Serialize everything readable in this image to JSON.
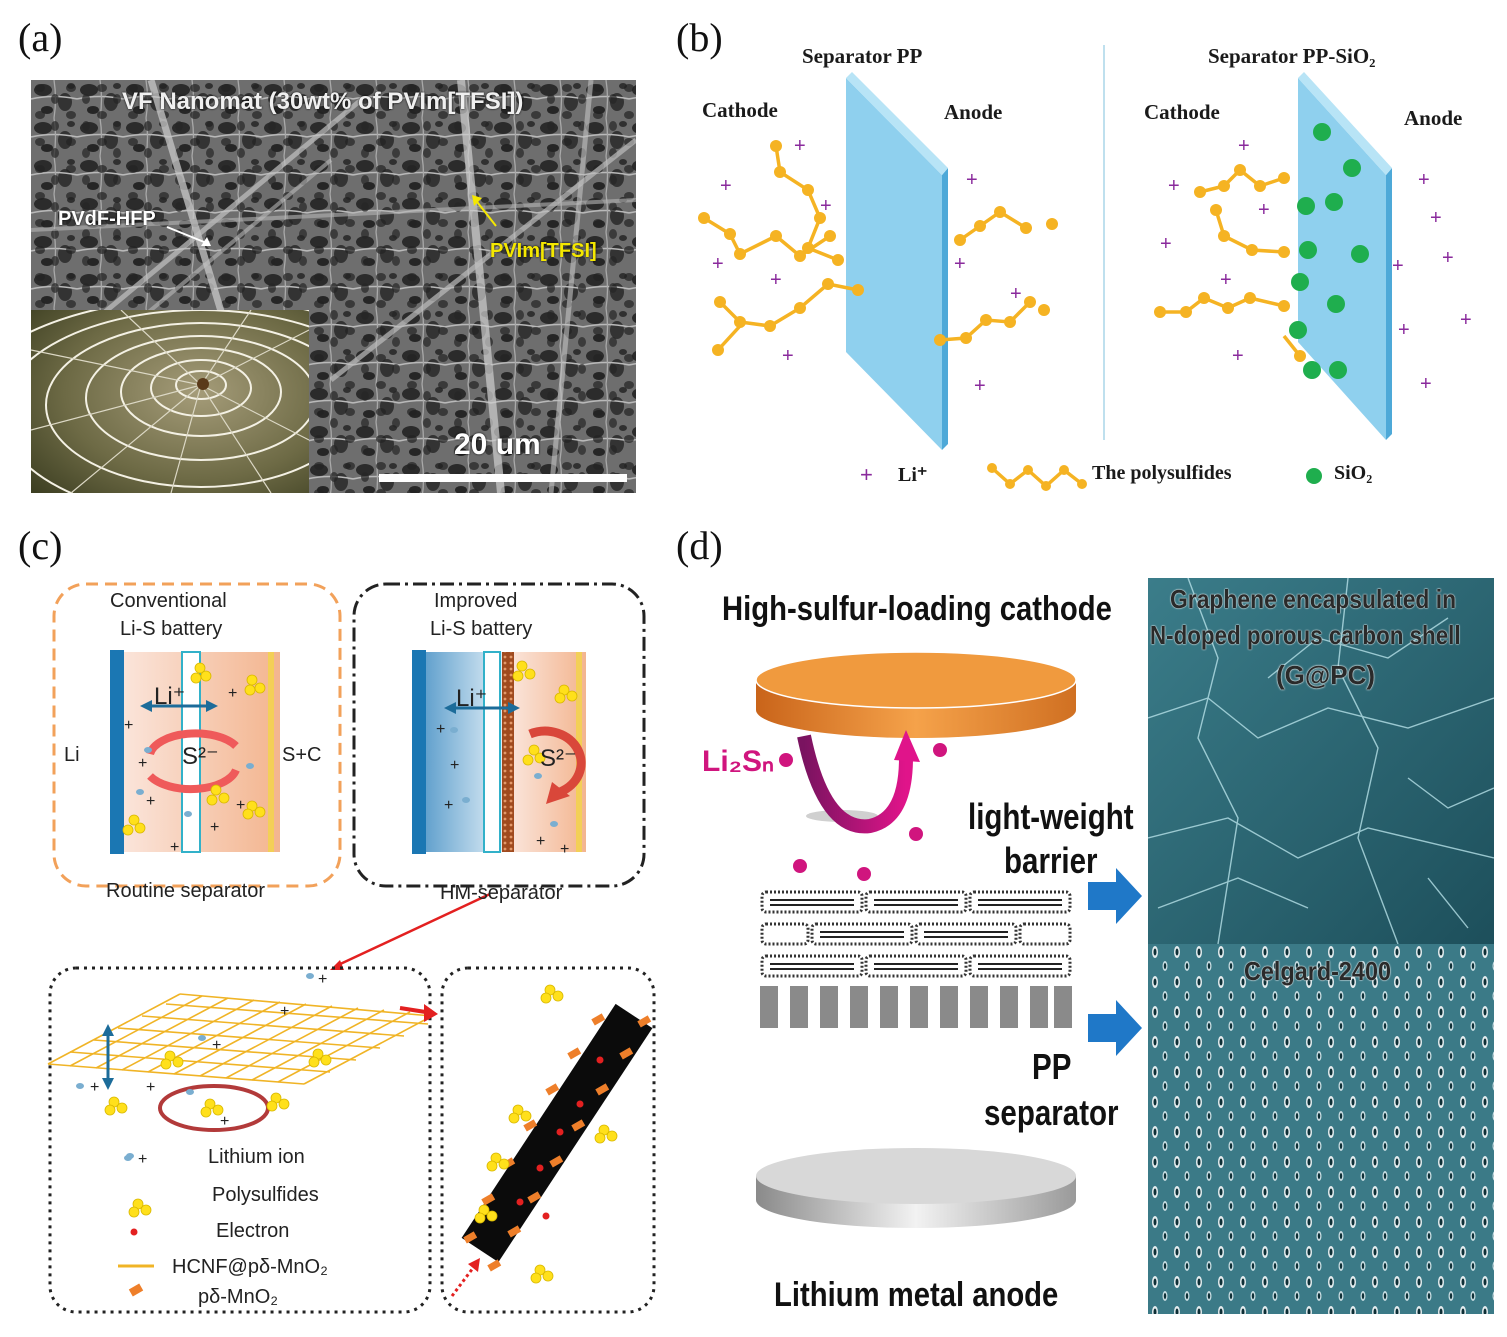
{
  "panel_labels": {
    "a": "(a)",
    "b": "(b)",
    "c": "(c)",
    "d": "(d)"
  },
  "panel_a": {
    "title": "VF Nanomat (30wt% of PVIm[TFSI])",
    "label_pvdf": "PVdF-HFP",
    "label_pvim": "PVIm[TFSI]",
    "scale_bar": "20 um"
  },
  "panel_b": {
    "left_title": "Separator PP",
    "right_title": "Separator PP-SiO₂",
    "cathode": "Cathode",
    "anode": "Anode",
    "legend": {
      "li": "Li⁺",
      "polysulfides": "The polysulfides",
      "sio2": "SiO₂"
    }
  },
  "panel_c": {
    "conventional_title_1": "Conventional",
    "conventional_title_2": "Li-S battery",
    "improved_title_1": "Improved",
    "improved_title_2": "Li-S battery",
    "li_label": "Li",
    "sc_label": "S+C",
    "li_plus": "Li⁺",
    "s2": "S²⁻",
    "routine_separator": "Routine separator",
    "hm_separator": "HM-separator",
    "legend": {
      "lithium_ion": "Lithium ion",
      "polysulfides": "Polysulfides",
      "electron": "Electron",
      "hcnf": "HCNF@pδ-MnO₂",
      "pmno2": "pδ-MnO₂"
    }
  },
  "panel_d": {
    "cathode_label": "High-sulfur-loading cathode",
    "li2sn": "Li₂Sₙ",
    "barrier_1": "light-weight",
    "barrier_2": "barrier",
    "pp_1": "PP",
    "pp_2": "separator",
    "anode_label": "Lithium metal anode",
    "sem_top_1": "Graphene encapsulated in",
    "sem_top_2": "N-doped porous carbon shell",
    "sem_top_3": "(G@PC)",
    "sem_bottom": "Celgard-2400"
  },
  "colors": {
    "separator_blue": "#8fd0ee",
    "polysulfide_gold": "#f5b323",
    "li_purple": "#8a2a9c",
    "sio2_green": "#1fae4e",
    "cathode_orange": "#e38a2a",
    "arrow_blue": "#1f78c8",
    "li2sn_magenta": "#d0157e",
    "sem_teal": "#2e6f7d"
  }
}
